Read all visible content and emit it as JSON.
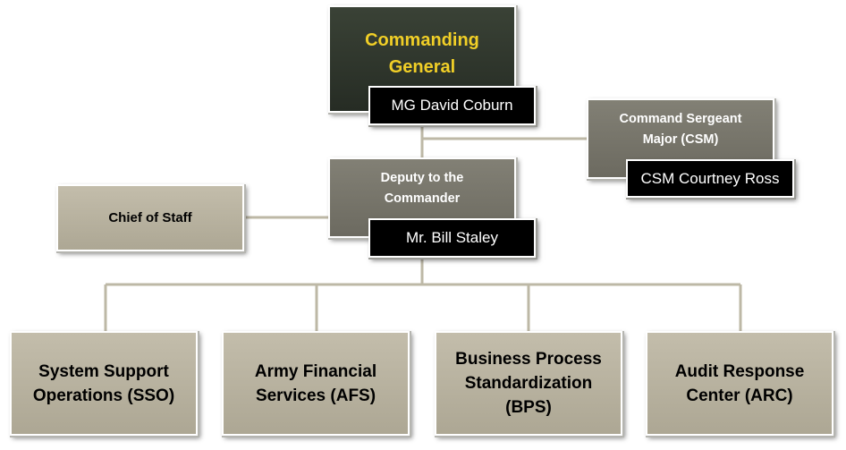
{
  "commanding_general": {
    "title_line1": "Commanding",
    "title_line2": "General",
    "name": "MG David Coburn"
  },
  "csm": {
    "title_line1": "Command Sergeant",
    "title_line2": "Major (CSM)",
    "name": "CSM Courtney Ross"
  },
  "deputy": {
    "title_line1": "Deputy to the",
    "title_line2": "Commander",
    "name": "Mr. Bill Staley"
  },
  "chief_of_staff": {
    "title": "Chief of Staff"
  },
  "divisions": [
    {
      "line1": "System Support",
      "line2": "Operations (SSO)"
    },
    {
      "line1": "Army Financial",
      "line2": "Services (AFS)"
    },
    {
      "line1": "Business Process",
      "line2": "Standardization",
      "line3": "(BPS)"
    },
    {
      "line1": "Audit Response",
      "line2": "Center (ARC)"
    }
  ],
  "colors": {
    "connector": "#bdb8a6",
    "dark_box": "#2f362c",
    "gold_text": "#f1cf27",
    "gray_box": "#76746a",
    "tan_box": "#b8b29f",
    "name_plate": "#000000"
  }
}
